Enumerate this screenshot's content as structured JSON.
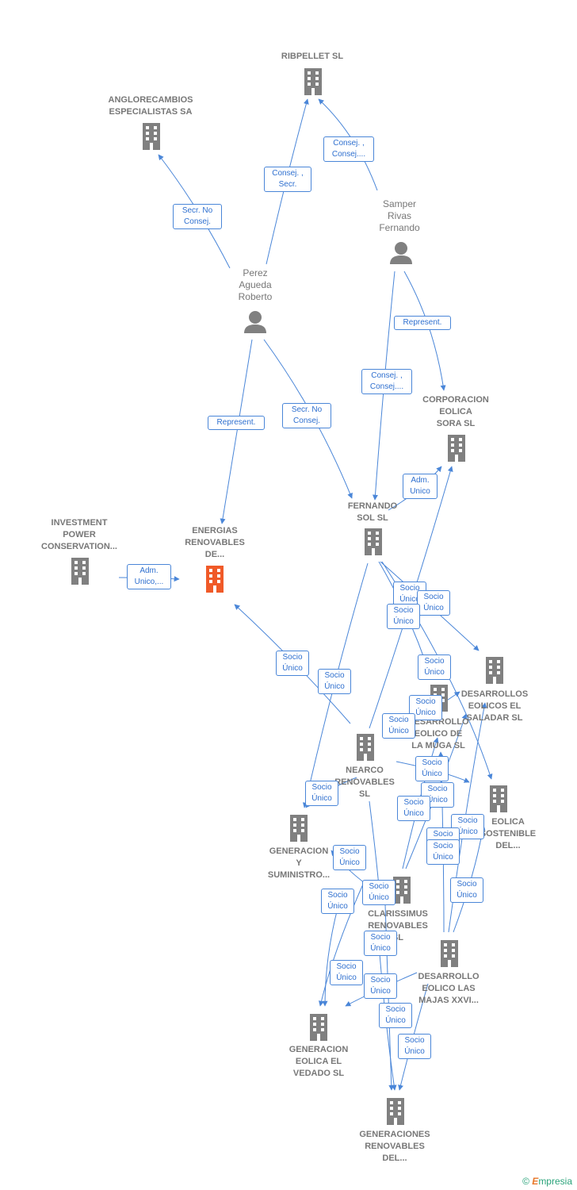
{
  "companies": {
    "ribpellet": "RIBPELLET SL",
    "anglorecambios": "ANGLORECAMBIOS\nESPECIALISTAS SA",
    "corporacion": "CORPORACION\nEOLICA\nSORA  SL",
    "fernando_sol": "FERNANDO\nSOL SL",
    "investment": "INVESTMENT\nPOWER\nCONSERVATION...",
    "energias": "ENERGIAS\nRENOVABLES\nDE...",
    "desarrollos_saladar": "DESARROLLOS\nEOLICOS EL\nSALADAR SL",
    "desarrollo_muga": "DESARROLLO\nEOLICO DE\nLA MUGA SL",
    "nearco": "NEARCO\nRENOVABLES\nSL",
    "eolica_sostenible": "EOLICA\nSOSTENIBLE\nDEL...",
    "generacion_suministro": "GENERACION\nY\nSUMINISTRO...",
    "clarissimus": "CLARISSIMUS\nRENOVABLES\nSL",
    "desarrollo_majas": "DESARROLLO\nEOLICO LAS\nMAJAS XXVI...",
    "generacion_vedado": "GENERACION\nEOLICA EL\nVEDADO SL",
    "generaciones_renovables": "GENERACIONES\nRENOVABLES\nDEL..."
  },
  "persons": {
    "samper": "Samper\nRivas\nFernando",
    "perez": "Perez\nAgueda\nRoberto"
  },
  "edge_labels": {
    "consej_secr": "Consej. ,\nSecr.",
    "consej_1": "Consej. ,\nConsej....",
    "secr_no_consej_1": "Secr.  No\nConsej.",
    "represent_1": "Represent.",
    "consej_2": "Consej. ,\nConsej....",
    "represent_2": "Represent.",
    "secr_no_consej_2": "Secr.  No\nConsej.",
    "adm_unico_1": "Adm.\nUnico",
    "adm_unico_2": "Adm.\nUnico,...",
    "socio_unico": "Socio\nÚnico"
  },
  "colors": {
    "edge": "#4a86d8",
    "company_icon": "#808080",
    "main_icon": "#f05a28",
    "person_icon": "#808080"
  },
  "footer": {
    "copyright": "©",
    "brand_first": "E",
    "brand_rest": "mpresia"
  }
}
